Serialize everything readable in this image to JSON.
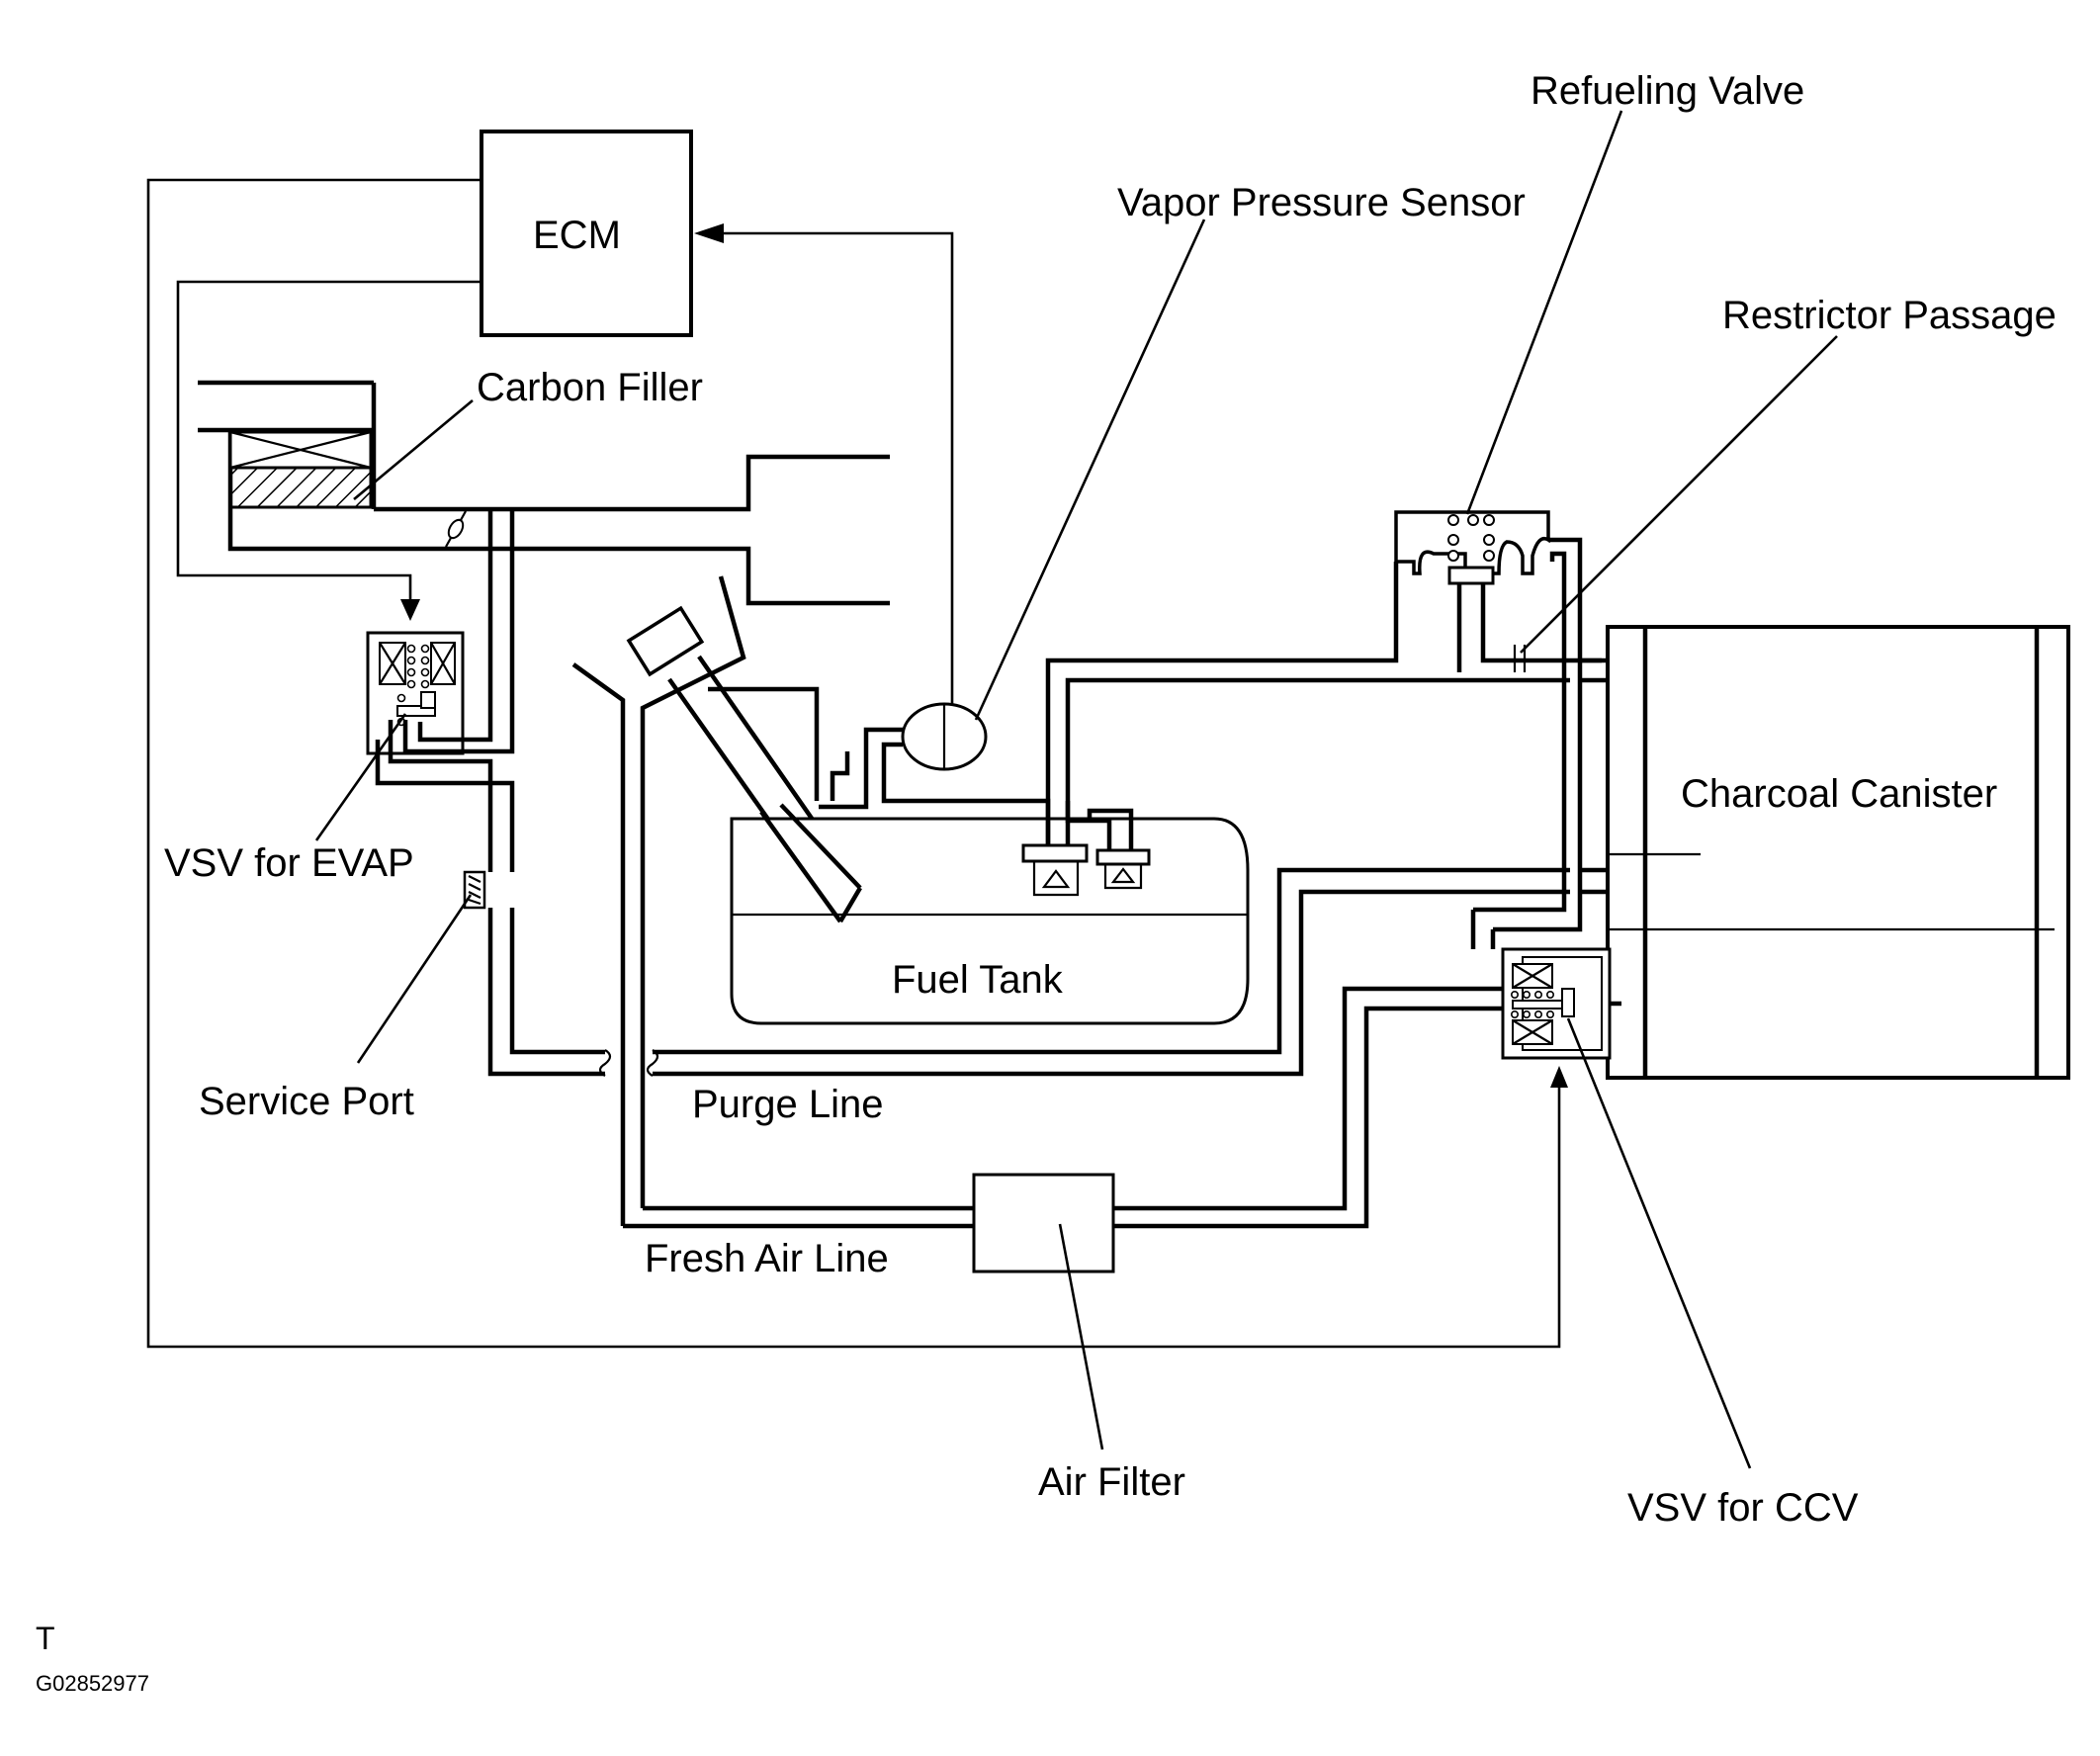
{
  "labels": {
    "ecm": "ECM",
    "carbon_filler": "Carbon Filler",
    "vapor_pressure_sensor": "Vapor Pressure Sensor",
    "refueling_valve": "Refueling Valve",
    "restrictor_passage": "Restrictor Passage",
    "charcoal_canister": "Charcoal Canister",
    "vsv_for_evap": "VSV for EVAP",
    "service_port": "Service Port",
    "fuel_tank": "Fuel Tank",
    "purge_line": "Purge Line",
    "fresh_air_line": "Fresh Air Line",
    "air_filter": "Air Filter",
    "vsv_for_ccv": "VSV for CCV"
  },
  "corner": {
    "mark": "T",
    "code": "G02852977"
  }
}
